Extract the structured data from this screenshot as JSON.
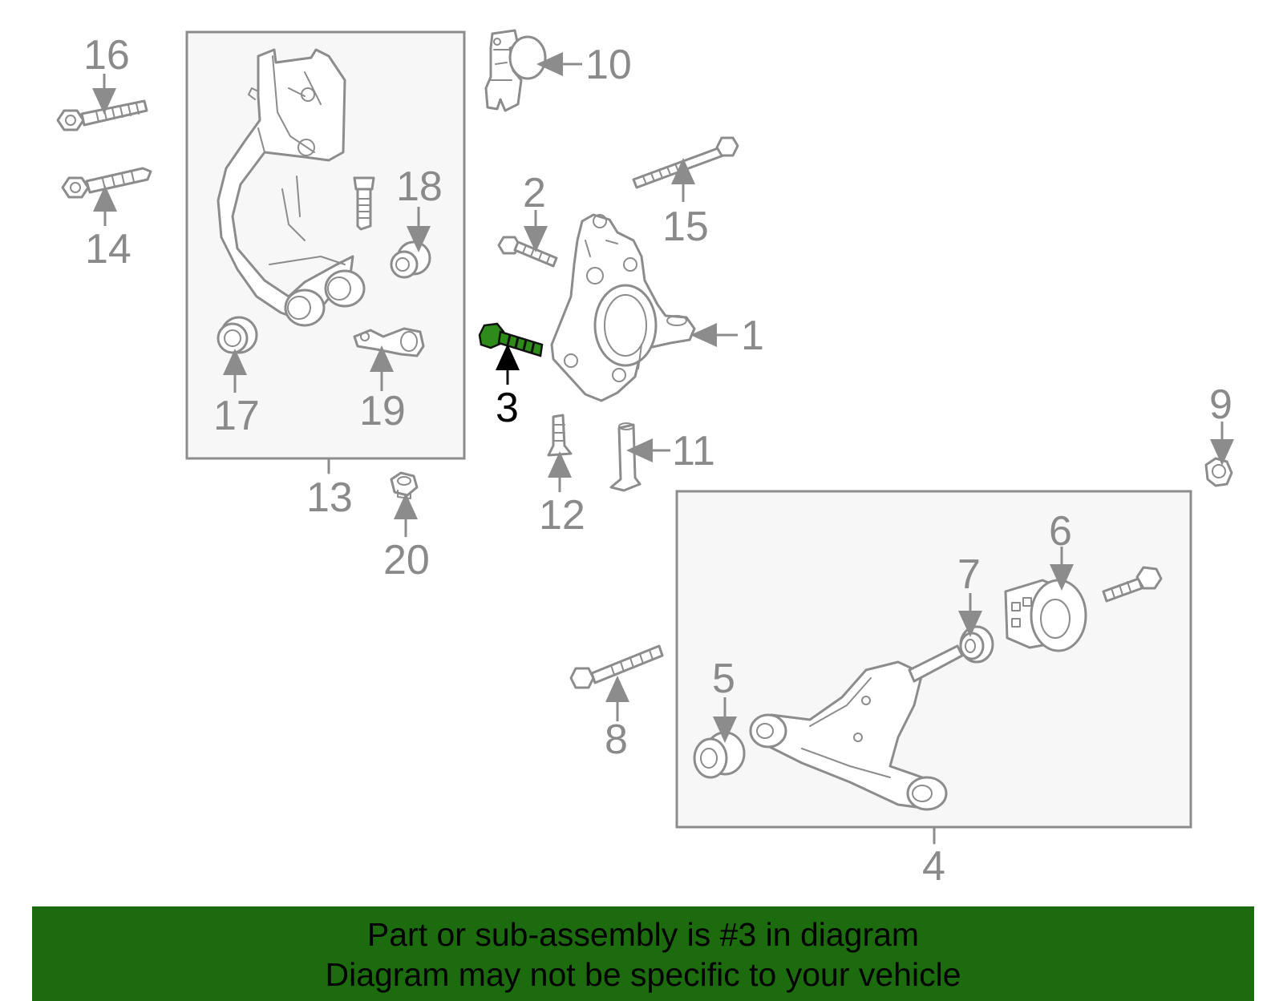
{
  "highlight": {
    "part_number": "3",
    "color": "#2e8b1a"
  },
  "callouts": [
    "1",
    "2",
    "3",
    "4",
    "5",
    "6",
    "7",
    "8",
    "9",
    "10",
    "11",
    "12",
    "13",
    "14",
    "15",
    "16",
    "17",
    "18",
    "19",
    "20"
  ],
  "banner": {
    "line1": "Part or sub-assembly is #3 in diagram",
    "line2": "Diagram may not be specific to your vehicle",
    "background": "#1c6b0e"
  },
  "colors": {
    "linework": "#8c8c8c",
    "box_fill": "#f7f7f7"
  }
}
